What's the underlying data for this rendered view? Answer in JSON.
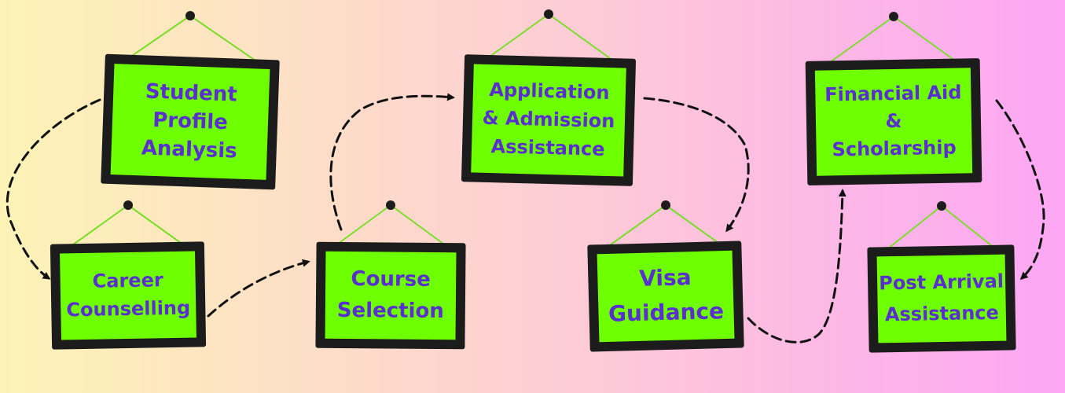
{
  "diagram": {
    "colors": {
      "background_start": "#fdf3b6",
      "background_mid": "#fdcfd3",
      "background_end": "#fca6f4",
      "board_frame": "#1c1c1c",
      "board_fill": "#6eff00",
      "string": "#7ddc2a",
      "text": "#5a2fd0",
      "arrow": "#111111"
    },
    "nodes": [
      {
        "id": "student-profile-analysis",
        "lines": [
          "Student",
          "Profile",
          "Analysis"
        ]
      },
      {
        "id": "career-counselling",
        "lines": [
          "Career",
          "Counselling"
        ]
      },
      {
        "id": "course-selection",
        "lines": [
          "Course",
          "Selection"
        ]
      },
      {
        "id": "application-admission-assistance",
        "lines": [
          "Application",
          "&  Admission",
          "Assistance"
        ]
      },
      {
        "id": "visa-guidance",
        "lines": [
          "Visa",
          "Guidance"
        ]
      },
      {
        "id": "financial-aid-scholarship",
        "lines": [
          "Financial Aid",
          "&",
          "Scholarship"
        ]
      },
      {
        "id": "post-arrival-assistance",
        "lines": [
          "Post Arrival",
          "Assistance"
        ]
      }
    ],
    "edges": [
      {
        "from": "student-profile-analysis",
        "to": "career-counselling"
      },
      {
        "from": "career-counselling",
        "to": "course-selection"
      },
      {
        "from": "course-selection",
        "to": "application-admission-assistance"
      },
      {
        "from": "application-admission-assistance",
        "to": "visa-guidance"
      },
      {
        "from": "visa-guidance",
        "to": "financial-aid-scholarship"
      },
      {
        "from": "financial-aid-scholarship",
        "to": "post-arrival-assistance"
      }
    ]
  }
}
